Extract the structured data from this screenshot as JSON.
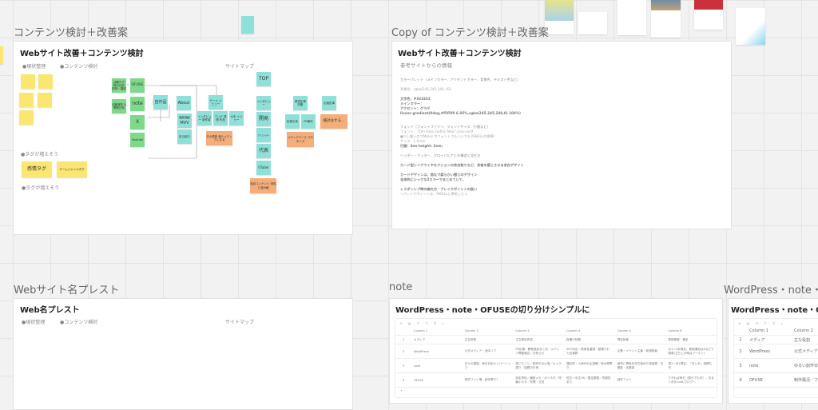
{
  "frames": {
    "f1": {
      "label": "コンテンツ検討＋改善案",
      "heading": "Webサイト改善＋コンテンツ検討",
      "sec1": "●現状整理",
      "sec2": "●コンテンツ検討",
      "sitemap": "サイトマップ",
      "tags1": "●タグが増えそう",
      "tags2": "●タグが増えそう",
      "stickies": {
        "g1": "活動ログ 毎日日記 挨拶・雑談",
        "ofuse": "OFUSE",
        "note": "note",
        "g2": "活動報告 & 開発日誌",
        "x": "X",
        "youtube": "Youtube",
        "works": "自作品",
        "about": "About",
        "whw": "WHW MVV",
        "intro": "自己紹介",
        "gamereview": "ゲーム レビュー",
        "interview1": "インタビュー 制作者",
        "freegame": "フリゲ 感想 作品",
        "major": "大手 メジャー",
        "daily": "日々更新 個人メディアになる",
        "top": "TOP",
        "interview2": "インタビュー",
        "dev": "開発",
        "creator": "クリエイター",
        "rep": "代表",
        "vtuber": "VTuber",
        "original": "独自コンテンツ 特性と強み軸",
        "featured": "優良記事 特集",
        "plan": "企画記事",
        "ad": "記事広告",
        "pr": "PR案件",
        "consider": "検討はする...",
        "media": "メディアベース マネタイズ",
        "emotion": "感情タグ",
        "genre": "ゲームジャンルタグ"
      }
    },
    "f2": {
      "label": "Copy of コンテンツ検討＋改善案",
      "heading": "Webサイト改善＋コンテンツ検討",
      "sub": "参考サイトからの情報",
      "lines": [
        "カラーパレット（メインカラー、アクセントカラー、背景色、テキスト色など）",
        "背景色：rgba(245,245,240,.92)",
        "文字色：#333333",
        "メインカラー：",
        "アクセント：グラデ",
        "linear-gradient(0deg,#f5f5f0 6.05%,rgba(245,245,240,0) 100%)",
        "フォント（フォントファミリ、フォントサイズ、行間など）",
        "フォント：\"Zen Kaku Gothic New\",sans-serif",
        "●少し細いのでMplus のフォントでもいいかも(SWELLの標準)",
        "サイズ：1.6rem",
        "行間：line-height: 2em;",
        "ヘッダー・フッター、グローバルナビの構造と見せ方",
        "カード型レイアウトやセクションの余白取りなど、余裕を感じさせる余白デザイン",
        "カードデザインは、角丸で柔らかい感じのデザイン",
        "全体的にシックな2カラーでまとめていて、",
        "レスポンシブ時の崩れ方・ブレイクポイントの扱い",
        "→ブレイクポイントは、SWELLに準拠したい"
      ]
    },
    "f3": {
      "label": "Webサイト名プレスト",
      "heading": "Web名プレスト",
      "sec1": "●現状整理",
      "sec2": "●コンテンツ検討",
      "sitemap": "サイトマップ"
    },
    "f4": {
      "label": "note",
      "heading": "WordPress・note・OFUSEの切り分けシンプルに",
      "columns": [
        "Column 1",
        "Column 2",
        "Column 3",
        "Column 4",
        "Column 5",
        "Column 6"
      ],
      "rows": [
        [
          "1",
          "メディア",
          "主な役割",
          "主な発信内容",
          "投稿の特徴",
          "想定読者",
          "更新頻度・補足"
        ],
        [
          "2",
          "WordPress",
          "公式メディア・全体ハブ",
          "PR記事／開発進捗まとめ／メディア掲載報告／お知らせ",
          "SEO対応・検索性重視／整理された記事群",
          "企業・イベント主催・新規読者",
          "月1〜2本想定、更新通知はXなどで誘導(立ち上げ時はブースト)"
        ],
        [
          "3",
          "note",
          "日々の雑感、毎日日記メンバーシップ",
          "感じたこと／制作中の心境／キャラ語り／話題中日常",
          "雑記的・人柄が出る投稿／読み物寄り",
          "創作に興味を持ち始めた読者層・支援者・応援者",
          "週1〜月1想定、「まとめ」投稿も可"
        ],
        [
          "4",
          "OFUSE",
          "実質ファン場・創作寄り？",
          "設定資料／講座メモ／ボツネタ／短編小ネタ／質問・交流",
          "短文〜中文OK／限定要素／質疑性あり",
          "創作ファン",
          "できれば毎日（数行でも可）、月まとめをnote/ブログへ"
        ]
      ],
      "add": "+"
    },
    "f5": {
      "label": "WordPress・note・O",
      "heading": "WordPress・note・OFUS",
      "columns": [
        "Column 1",
        "Column 2"
      ],
      "rows": [
        [
          "1",
          "メディア",
          "主な役割"
        ],
        [
          "2",
          "WordPress",
          "公式メディア・"
        ],
        [
          "3",
          "note",
          "ゆるい創作日"
        ],
        [
          "4",
          "OFUSE",
          "制作風況／フ"
        ]
      ]
    }
  },
  "colors": {
    "canvas": "#f2f2f2",
    "yellow": "#fbe672",
    "green": "#7ed98a",
    "teal": "#8ee0d8",
    "orange": "#f3ae79"
  }
}
